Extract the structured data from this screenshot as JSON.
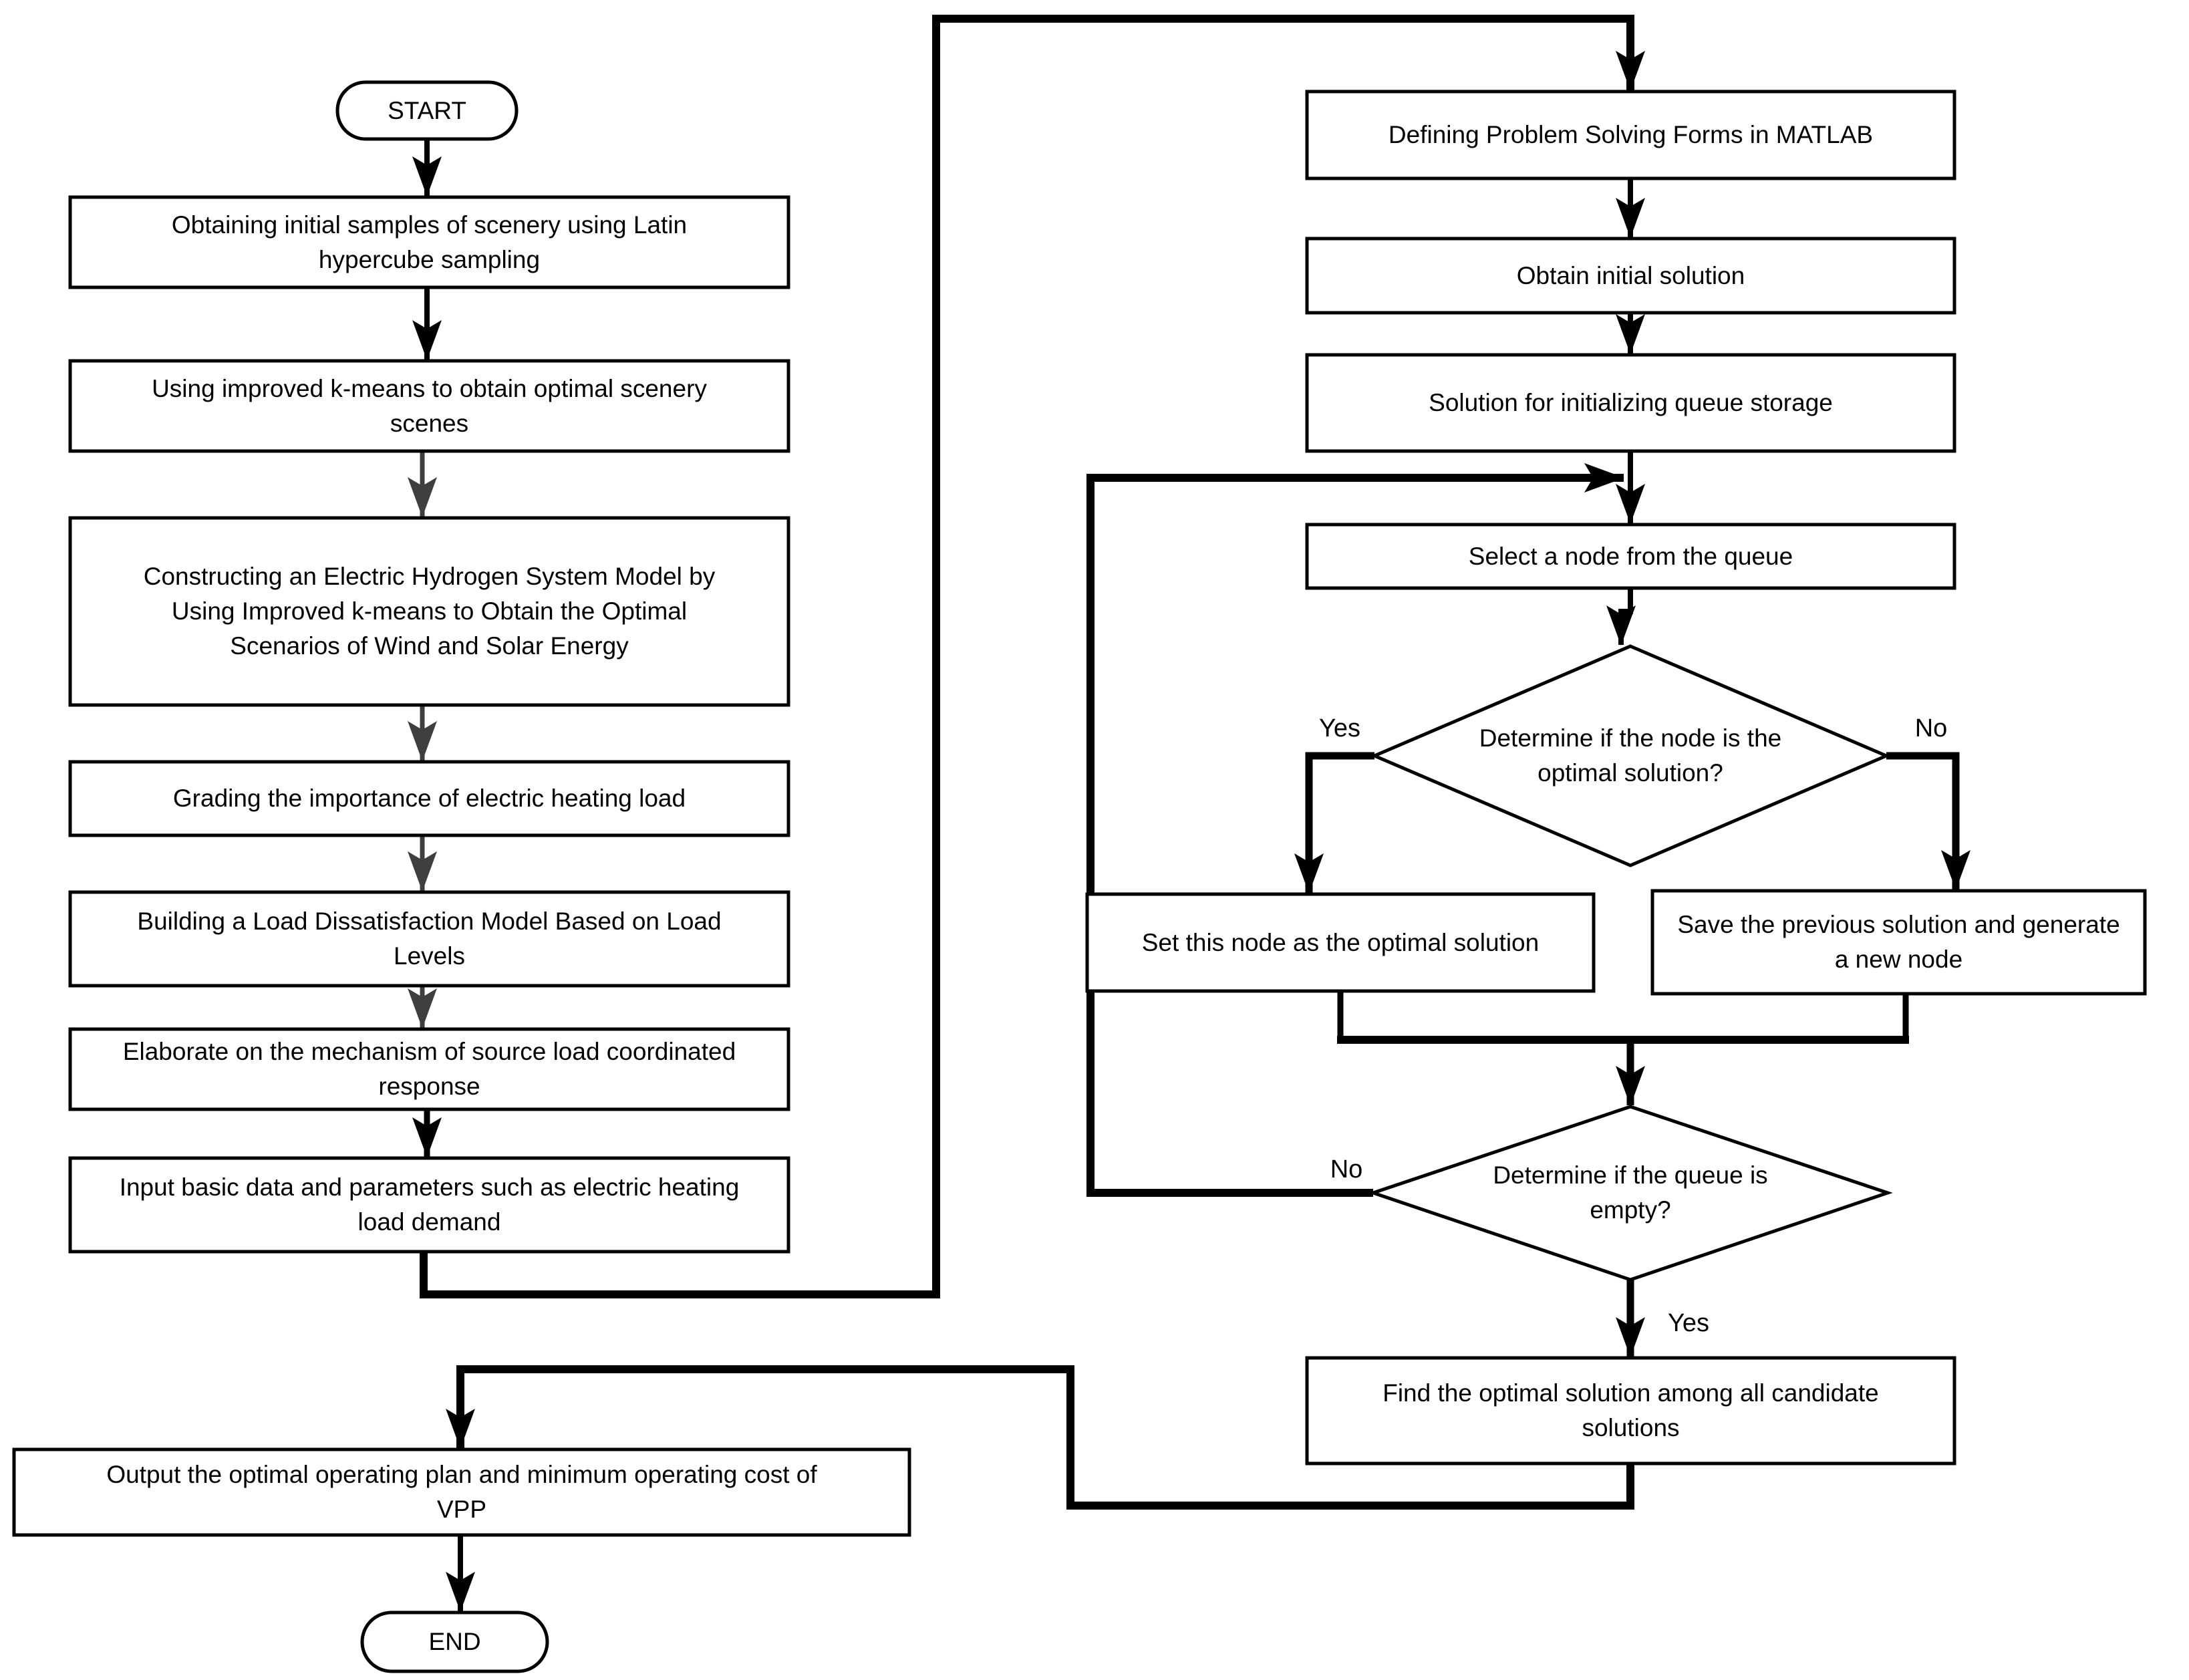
{
  "diagram": {
    "title": "VPP electric-hydrogen optimization flowchart",
    "colors": {
      "line": "#000000",
      "gray_arrow": "#3f3f3f",
      "fill": "#ffffff",
      "text": "#000000"
    },
    "nodes": {
      "start": {
        "type": "terminator",
        "lines": [
          "START"
        ]
      },
      "obtain_samples": {
        "type": "process",
        "lines": [
          "Obtaining initial samples of scenery using Latin",
          "hypercube sampling"
        ]
      },
      "kmeans_scenes": {
        "type": "process",
        "lines": [
          "Using improved k-means to obtain optimal scenery",
          "scenes"
        ]
      },
      "construct_model": {
        "type": "process",
        "lines": [
          "Constructing an Electric Hydrogen System Model by",
          "Using Improved k-means to Obtain the Optimal",
          "Scenarios of Wind and Solar Energy"
        ]
      },
      "grading": {
        "type": "process",
        "lines": [
          "Grading the importance of electric heating load"
        ]
      },
      "dissatisfaction": {
        "type": "process",
        "lines": [
          "Building a Load Dissatisfaction Model Based on Load",
          "Levels"
        ]
      },
      "elaborate": {
        "type": "process",
        "lines": [
          "Elaborate on the mechanism of source load coordinated",
          "response"
        ]
      },
      "input_data": {
        "type": "process",
        "lines": [
          "Input basic data and parameters such as electric heating",
          "load demand"
        ]
      },
      "matlab": {
        "type": "process",
        "lines": [
          "Defining Problem Solving Forms in MATLAB"
        ]
      },
      "initial_solution": {
        "type": "process",
        "lines": [
          "Obtain initial solution"
        ]
      },
      "queue_storage": {
        "type": "process",
        "lines": [
          "Solution for initializing queue storage"
        ]
      },
      "select_node": {
        "type": "process",
        "lines": [
          "Select a node from the queue"
        ]
      },
      "node_optimal": {
        "type": "decision",
        "lines": [
          "Determine if the node is the",
          "optimal solution?"
        ]
      },
      "set_optimal": {
        "type": "process",
        "lines": [
          "Set this node as the optimal solution"
        ]
      },
      "save_generate": {
        "type": "process",
        "lines": [
          "Save the previous solution and generate",
          "a new node"
        ]
      },
      "queue_empty": {
        "type": "decision",
        "lines": [
          "Determine if the queue is",
          "empty?"
        ]
      },
      "find_optimal": {
        "type": "process",
        "lines": [
          "Find the optimal solution among all candidate",
          "solutions"
        ]
      },
      "output_plan": {
        "type": "process",
        "lines": [
          "Output the optimal operating plan and minimum operating cost of",
          "VPP"
        ]
      },
      "end": {
        "type": "terminator",
        "lines": [
          "END"
        ]
      }
    },
    "edge_labels": {
      "node_optimal_yes": "Yes",
      "node_optimal_no": "No",
      "queue_empty_no": "No",
      "queue_empty_yes": "Yes"
    }
  }
}
